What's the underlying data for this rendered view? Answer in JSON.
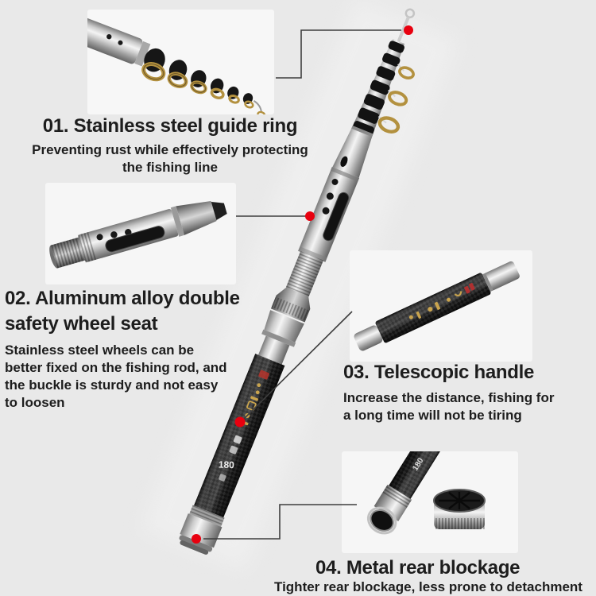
{
  "background_color": "#e9e9e9",
  "marker_color": "#e8000f",
  "leader_line_color": "#3e3e3e",
  "gold_color": "#c9a44e",
  "features": [
    {
      "title_lines": [
        "01. Stainless steel guide ring"
      ],
      "desc_lines": [
        "Preventing rust while effectively protecting",
        "the fishing line"
      ]
    },
    {
      "title_lines": [
        "02. Aluminum alloy double",
        "safety wheel seat"
      ],
      "desc_lines": [
        "Stainless steel wheels can be",
        "better fixed on the fishing rod, and",
        "the buckle is sturdy and not easy",
        "to loosen"
      ]
    },
    {
      "title_lines": [
        "03. Telescopic handle"
      ],
      "desc_lines": [
        "Increase the distance, fishing for",
        "a long time will not be tiring"
      ]
    },
    {
      "title_lines": [
        "04. Metal rear blockage"
      ],
      "desc_lines": [
        "Tighter rear blockage, less prone to detachment"
      ]
    }
  ],
  "rod": {
    "length_marking": "180"
  }
}
